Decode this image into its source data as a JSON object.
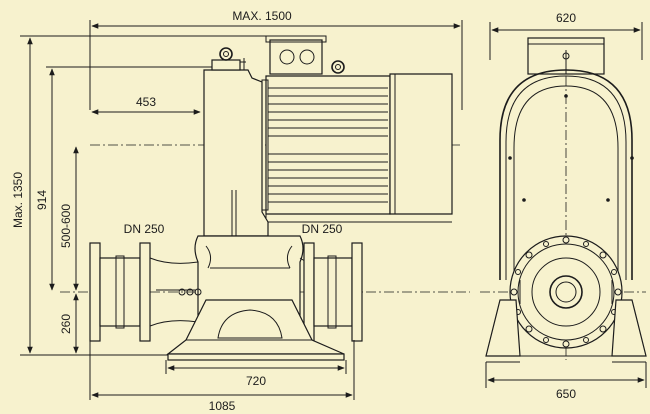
{
  "drawing": {
    "background": "#F7F2CE",
    "line_color": "#1c1c1c",
    "dimensions": {
      "max_length": "MAX. 1500",
      "width_top": "620",
      "max_height": "Max. 1350",
      "height_914": "914",
      "range_500_600": "500-600",
      "depth_453": "453",
      "height_260": "260",
      "inlet": "DN 250",
      "outlet": "DN 250",
      "base_720": "720",
      "overall_1085": "1085",
      "base_650": "650"
    }
  }
}
